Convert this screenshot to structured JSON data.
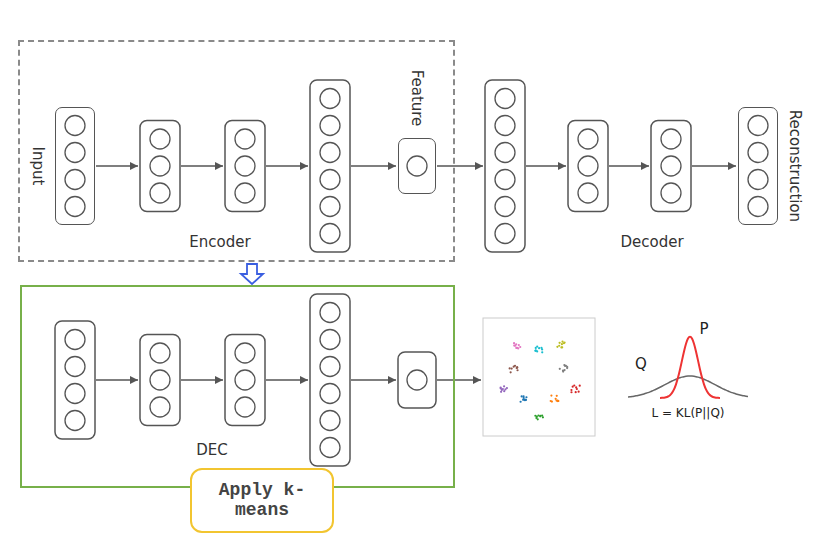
{
  "diagram": {
    "nodes": [
      {
        "text": [
          "Encoder"
        ]
      },
      {
        "text": [
          "Input"
        ],
        "in": 0
      },
      {
        "text": [
          "Feature"
        ],
        "in": 0
      },
      {
        "text": [
          "Reconstruction"
        ]
      },
      {
        "text": [
          "DEC"
        ]
      },
      {
        "text": [
          "Apply k-means"
        ]
      }
    ],
    "edges": [
      {
        "from": 0,
        "to": 4,
        "arrow": "to"
      }
    ],
    "labels": [
      "Decoder",
      "P",
      "Q",
      "L = KL(P||Q)"
    ]
  }
}
